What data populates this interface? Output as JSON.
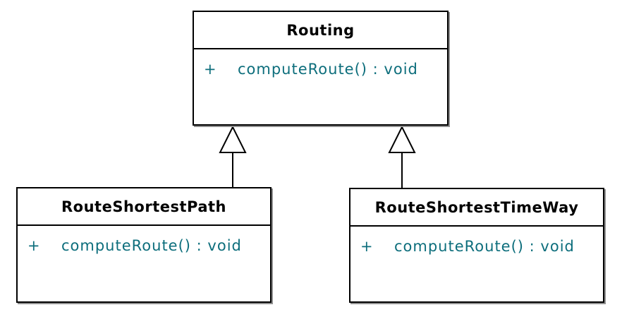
{
  "diagram": {
    "kind": "uml-class-diagram",
    "background_color": "#ffffff",
    "colors": {
      "box_border": "#000000",
      "title_text": "#000000",
      "member_text": "#0d6e7c",
      "box_shadow": "#8f8f8f"
    },
    "classes": [
      {
        "name": "Routing",
        "methods": [
          {
            "visibility": "+",
            "signature": "computeRoute() : void"
          }
        ]
      },
      {
        "name": "RouteShortestPath",
        "methods": [
          {
            "visibility": "+",
            "signature": "computeRoute() : void"
          }
        ]
      },
      {
        "name": "RouteShortestTimeWay",
        "methods": [
          {
            "visibility": "+",
            "signature": "computeRoute() : void"
          }
        ]
      }
    ],
    "relations": [
      {
        "from": "RouteShortestPath",
        "to": "Routing",
        "type": "generalization"
      },
      {
        "from": "RouteShortestTimeWay",
        "to": "Routing",
        "type": "generalization"
      }
    ]
  }
}
